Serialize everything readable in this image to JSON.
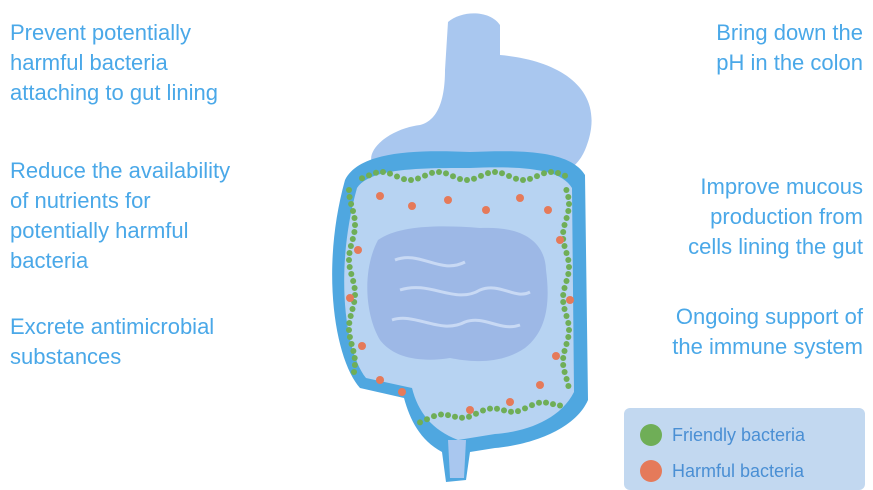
{
  "left_benefits": [
    "Prevent potentially\nharmful bacteria\nattaching to gut lining",
    "Reduce the availability\nof nutrients for\npotentially harmful\nbacteria",
    "Excrete antimicrobial\nsubstances"
  ],
  "right_benefits": [
    "Bring down the\npH in the colon",
    "Improve mucous\nproduction from\ncells lining the gut",
    "Ongoing support of\nthe immune system"
  ],
  "legend": {
    "friendly_label": "Friendly bacteria",
    "harmful_label": "Harmful bacteria"
  },
  "colors": {
    "text": "#4aa8e8",
    "friendly": "#6fae57",
    "harmful": "#e57a5a",
    "colon_outer": "#4fa7e0",
    "colon_inner": "#b7d3f2",
    "stomach": "#a9c7ef",
    "intestine": "#9db8e6"
  },
  "icons": [
    "digestive-tract-illustration",
    "friendly-bacteria-dot",
    "harmful-bacteria-dot"
  ]
}
